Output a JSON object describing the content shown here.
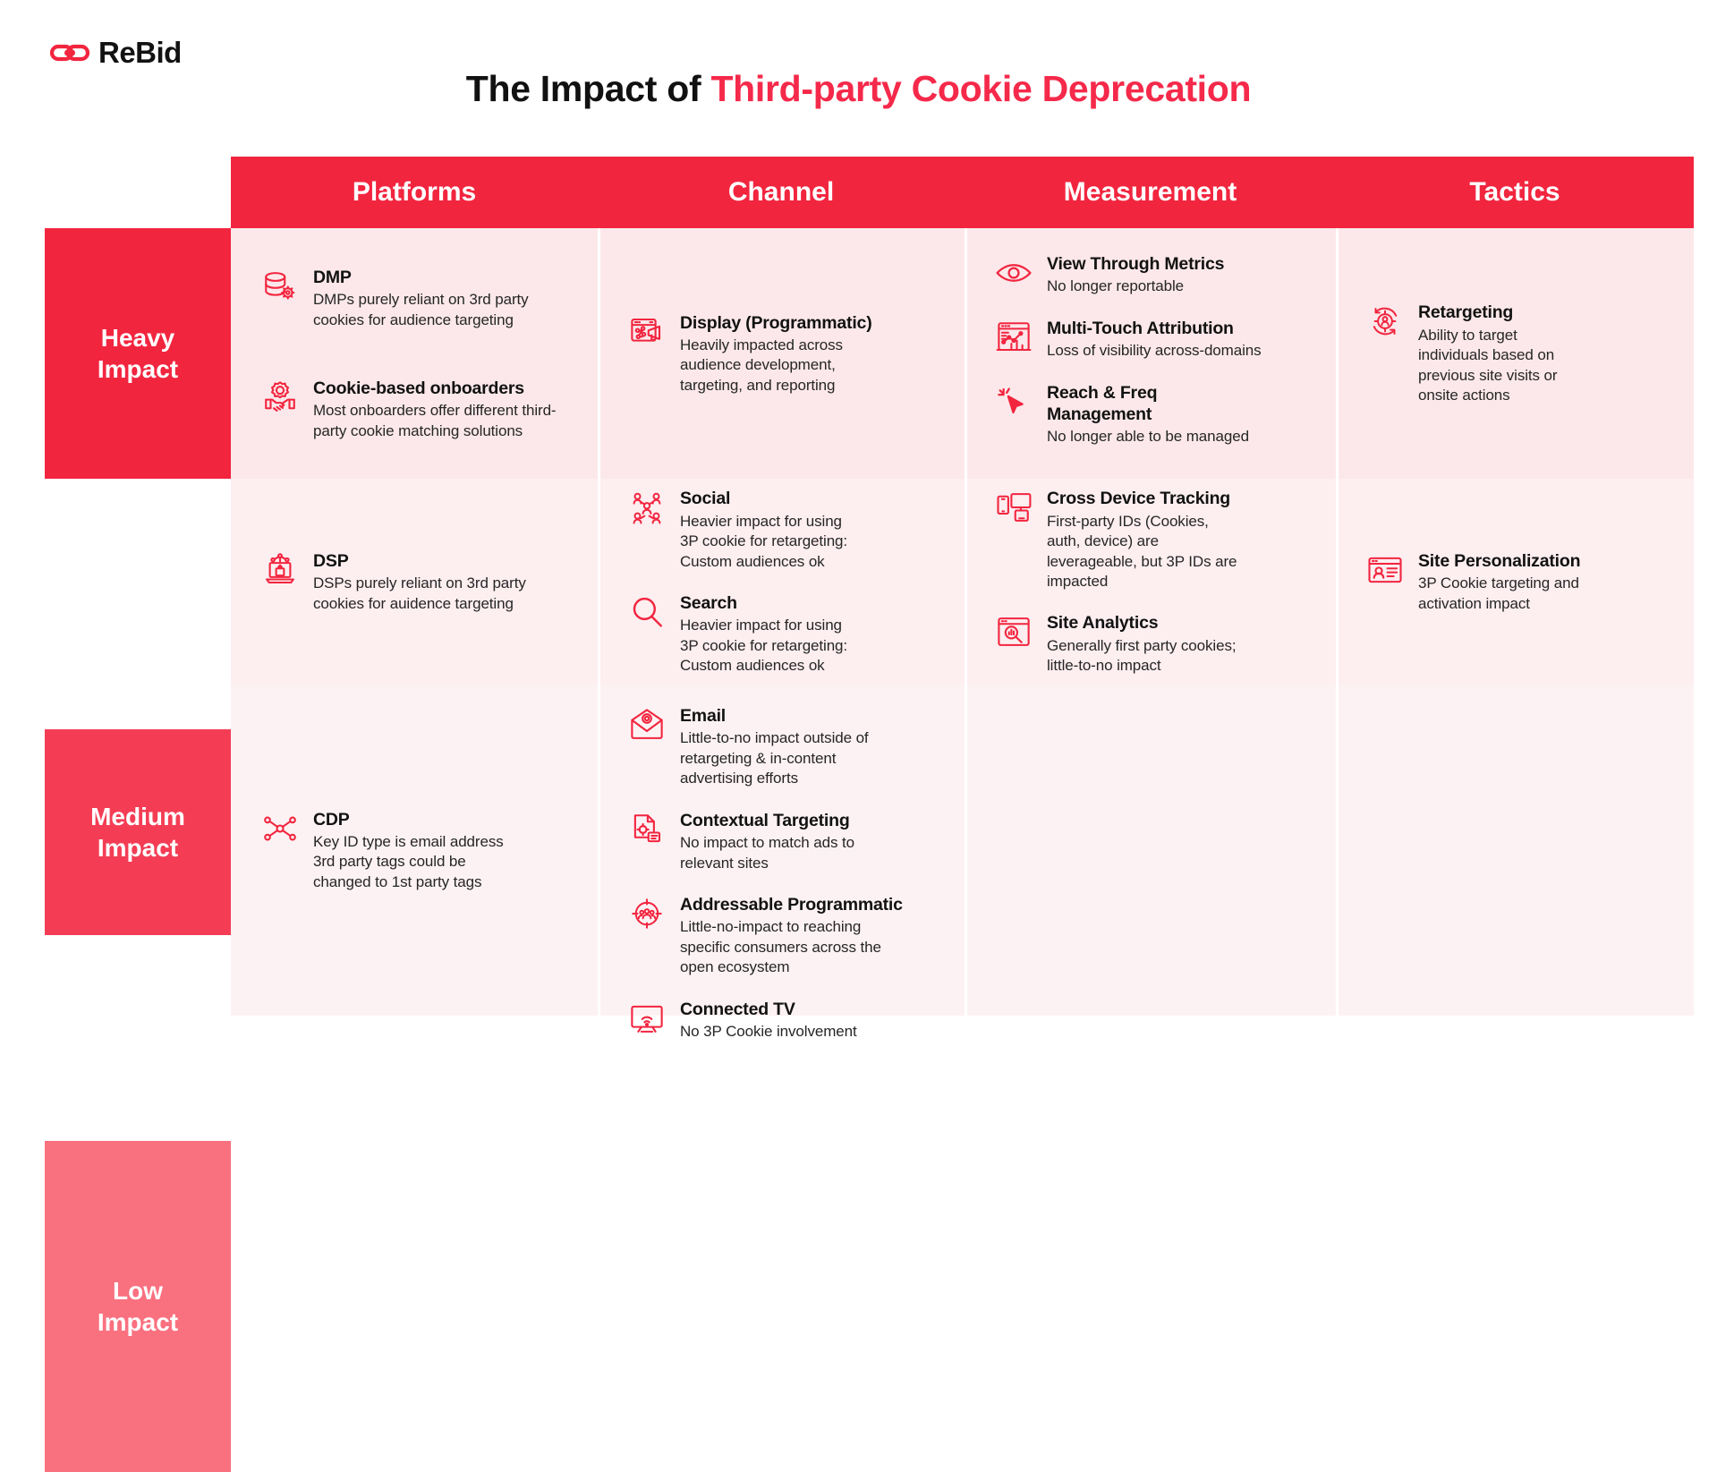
{
  "brand": {
    "name": "ReBid",
    "logo_icon": "chain-link-icon",
    "accent_color": "#F2253F",
    "header_color": "#F2253F",
    "cell_bg": "#FCE8EA"
  },
  "title": {
    "lead": "The Impact of ",
    "accent": "Third-party Cookie Deprecation"
  },
  "columns": [
    {
      "label": "Platforms"
    },
    {
      "label": "Channel"
    },
    {
      "label": "Measurement"
    },
    {
      "label": "Tactics"
    }
  ],
  "rows": [
    {
      "impact_label": "Heavy\nImpact",
      "impact_label_line1": "Heavy",
      "impact_label_line2": "Impact",
      "impact_color": "#F2253F",
      "platforms": [
        {
          "icon": "database-gear-icon",
          "title": "DMP",
          "desc": "DMPs purely reliant on 3rd party cookies for audience targeting"
        },
        {
          "icon": "handshake-gear-icon",
          "title": "Cookie-based onboarders",
          "desc": "Most onboarders offer different third-party cookie matching solutions"
        }
      ],
      "channel": [
        {
          "icon": "browser-megaphone-icon",
          "title": "Display (Programmatic)",
          "desc": "Heavily impacted across audience development, targeting, and reporting"
        }
      ],
      "measurement": [
        {
          "icon": "eye-icon",
          "title": "View Through Metrics",
          "desc": "No longer reportable"
        },
        {
          "icon": "analytics-chart-icon",
          "title": "Multi-Touch Attribution",
          "desc": "Loss of visibility across-domains"
        },
        {
          "icon": "cursor-click-icon",
          "title": "Reach & Freq Management",
          "desc": "No longer able to be managed"
        }
      ],
      "tactics": [
        {
          "icon": "retargeting-person-target-icon",
          "title": "Retargeting",
          "desc": "Ability to target individuals based on previous site visits or onsite actions"
        }
      ]
    },
    {
      "impact_label_line1": "Medium",
      "impact_label_line2": "Impact",
      "impact_color": "#F43D55",
      "platforms": [
        {
          "icon": "laptop-bid-icon",
          "title": "DSP",
          "desc": "DSPs purely reliant on 3rd party cookies for auidence targeting"
        }
      ],
      "channel": [
        {
          "icon": "social-network-icon",
          "title": "Social",
          "desc": "Heavier impact for using 3P cookie for retargeting: Custom audiences ok"
        },
        {
          "icon": "search-magnifier-icon",
          "title": "Search",
          "desc": "Heavier impact for using 3P cookie for retargeting: Custom audiences ok"
        }
      ],
      "measurement": [
        {
          "icon": "cross-device-icon",
          "title": "Cross Device Tracking",
          "desc": "First-party IDs (Cookies, auth, device) are leverageable, but 3P IDs are impacted"
        },
        {
          "icon": "site-analytics-icon",
          "title": "Site Analytics",
          "desc": "Generally first party cookies; little-to-no impact"
        }
      ],
      "tactics": [
        {
          "icon": "site-personalization-icon",
          "title": "Site Personalization",
          "desc": "3P Cookie targeting and activation impact"
        }
      ]
    },
    {
      "impact_label_line1": "Low",
      "impact_label_line2": "Impact",
      "impact_color": "#F9707F",
      "platforms": [
        {
          "icon": "cdp-nodes-icon",
          "title": "CDP",
          "desc": "Key ID type is email address 3rd party tags could be changed to 1st party tags"
        }
      ],
      "channel": [
        {
          "icon": "email-at-icon",
          "title": "Email",
          "desc": "Little-to-no impact outside of retargeting & in-content advertising efforts"
        },
        {
          "icon": "contextual-document-target-icon",
          "title": "Contextual Targeting",
          "desc": "No impact to match ads to relevant sites"
        },
        {
          "icon": "addressable-audience-target-icon",
          "title": "Addressable Programmatic",
          "desc": "Little-no-impact to reaching specific consumers across the open ecosystem"
        },
        {
          "icon": "connected-tv-icon",
          "title": "Connected TV",
          "desc": "No 3P Cookie involvement"
        }
      ],
      "measurement": [],
      "tactics": []
    }
  ]
}
